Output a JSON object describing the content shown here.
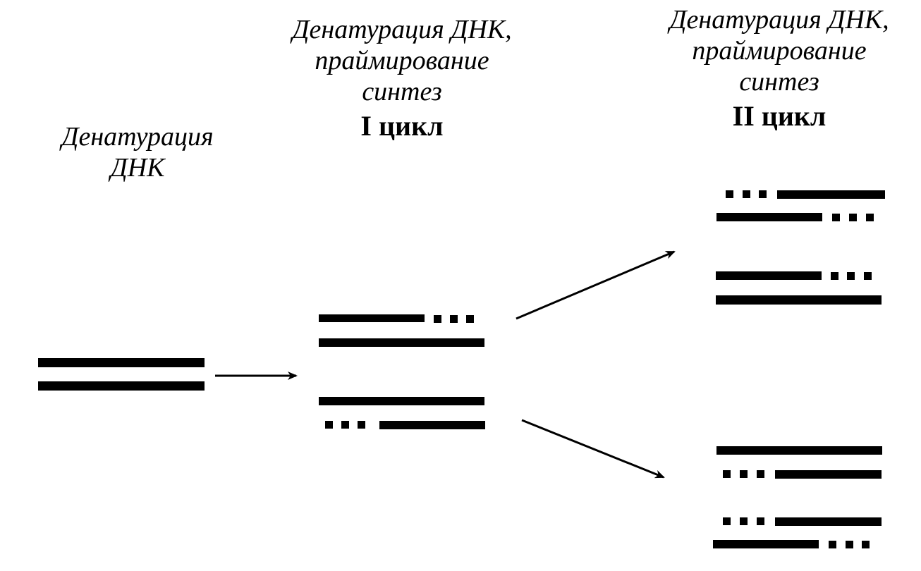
{
  "labels": {
    "denaturation": [
      "Денатурация",
      "ДНК"
    ],
    "cycle1": {
      "lines": [
        "Денатурация ДНК,",
        "праймирование",
        "синтез"
      ],
      "title": "I цикл"
    },
    "cycle2": {
      "lines": [
        "Денатурация ДНК,",
        "праймирование",
        "синтез"
      ],
      "title": "II цикл"
    }
  },
  "colors": {
    "ink": "#000000",
    "background": "#ffffff"
  }
}
